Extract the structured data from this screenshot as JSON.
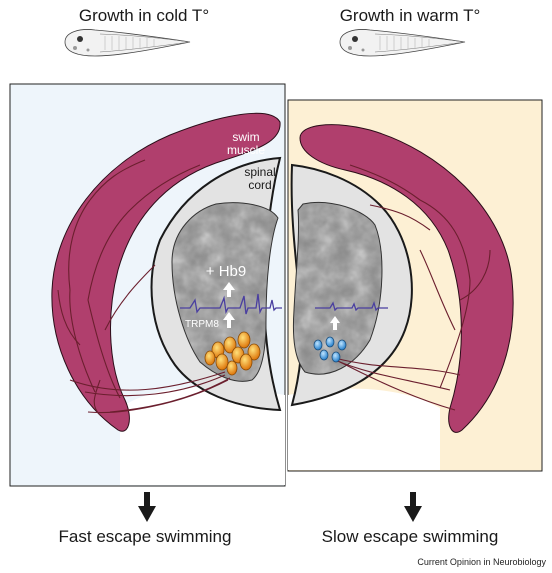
{
  "titles": {
    "left": "Growth in cold T°",
    "right": "Growth in warm T°"
  },
  "labels": {
    "swim_muscle_line1": "swim",
    "swim_muscle_line2": "muscle",
    "spinal_cord_line1": "spinal",
    "spinal_cord_line2": "cord",
    "hb9": "+ Hb9",
    "trpm8": "TRPM8"
  },
  "captions": {
    "left": "Fast escape swimming",
    "right": "Slow escape swimming"
  },
  "credit": "Current Opinion in Neurobiology",
  "colors": {
    "cold_panel": "#eef5fb",
    "warm_panel": "#fdf0d4",
    "muscle": "#b03f6d",
    "nerve": "#6b1f2e",
    "cord_outer": "#e3e3e3",
    "cord_inner": "#8a8a8a",
    "trace": "#4a3fa0",
    "cold_neurons": "#f0a01e",
    "warm_neurons": "#5aa9e6"
  },
  "icons": [
    "tadpole-icon",
    "down-arrow-icon",
    "up-arrow-icon"
  ]
}
